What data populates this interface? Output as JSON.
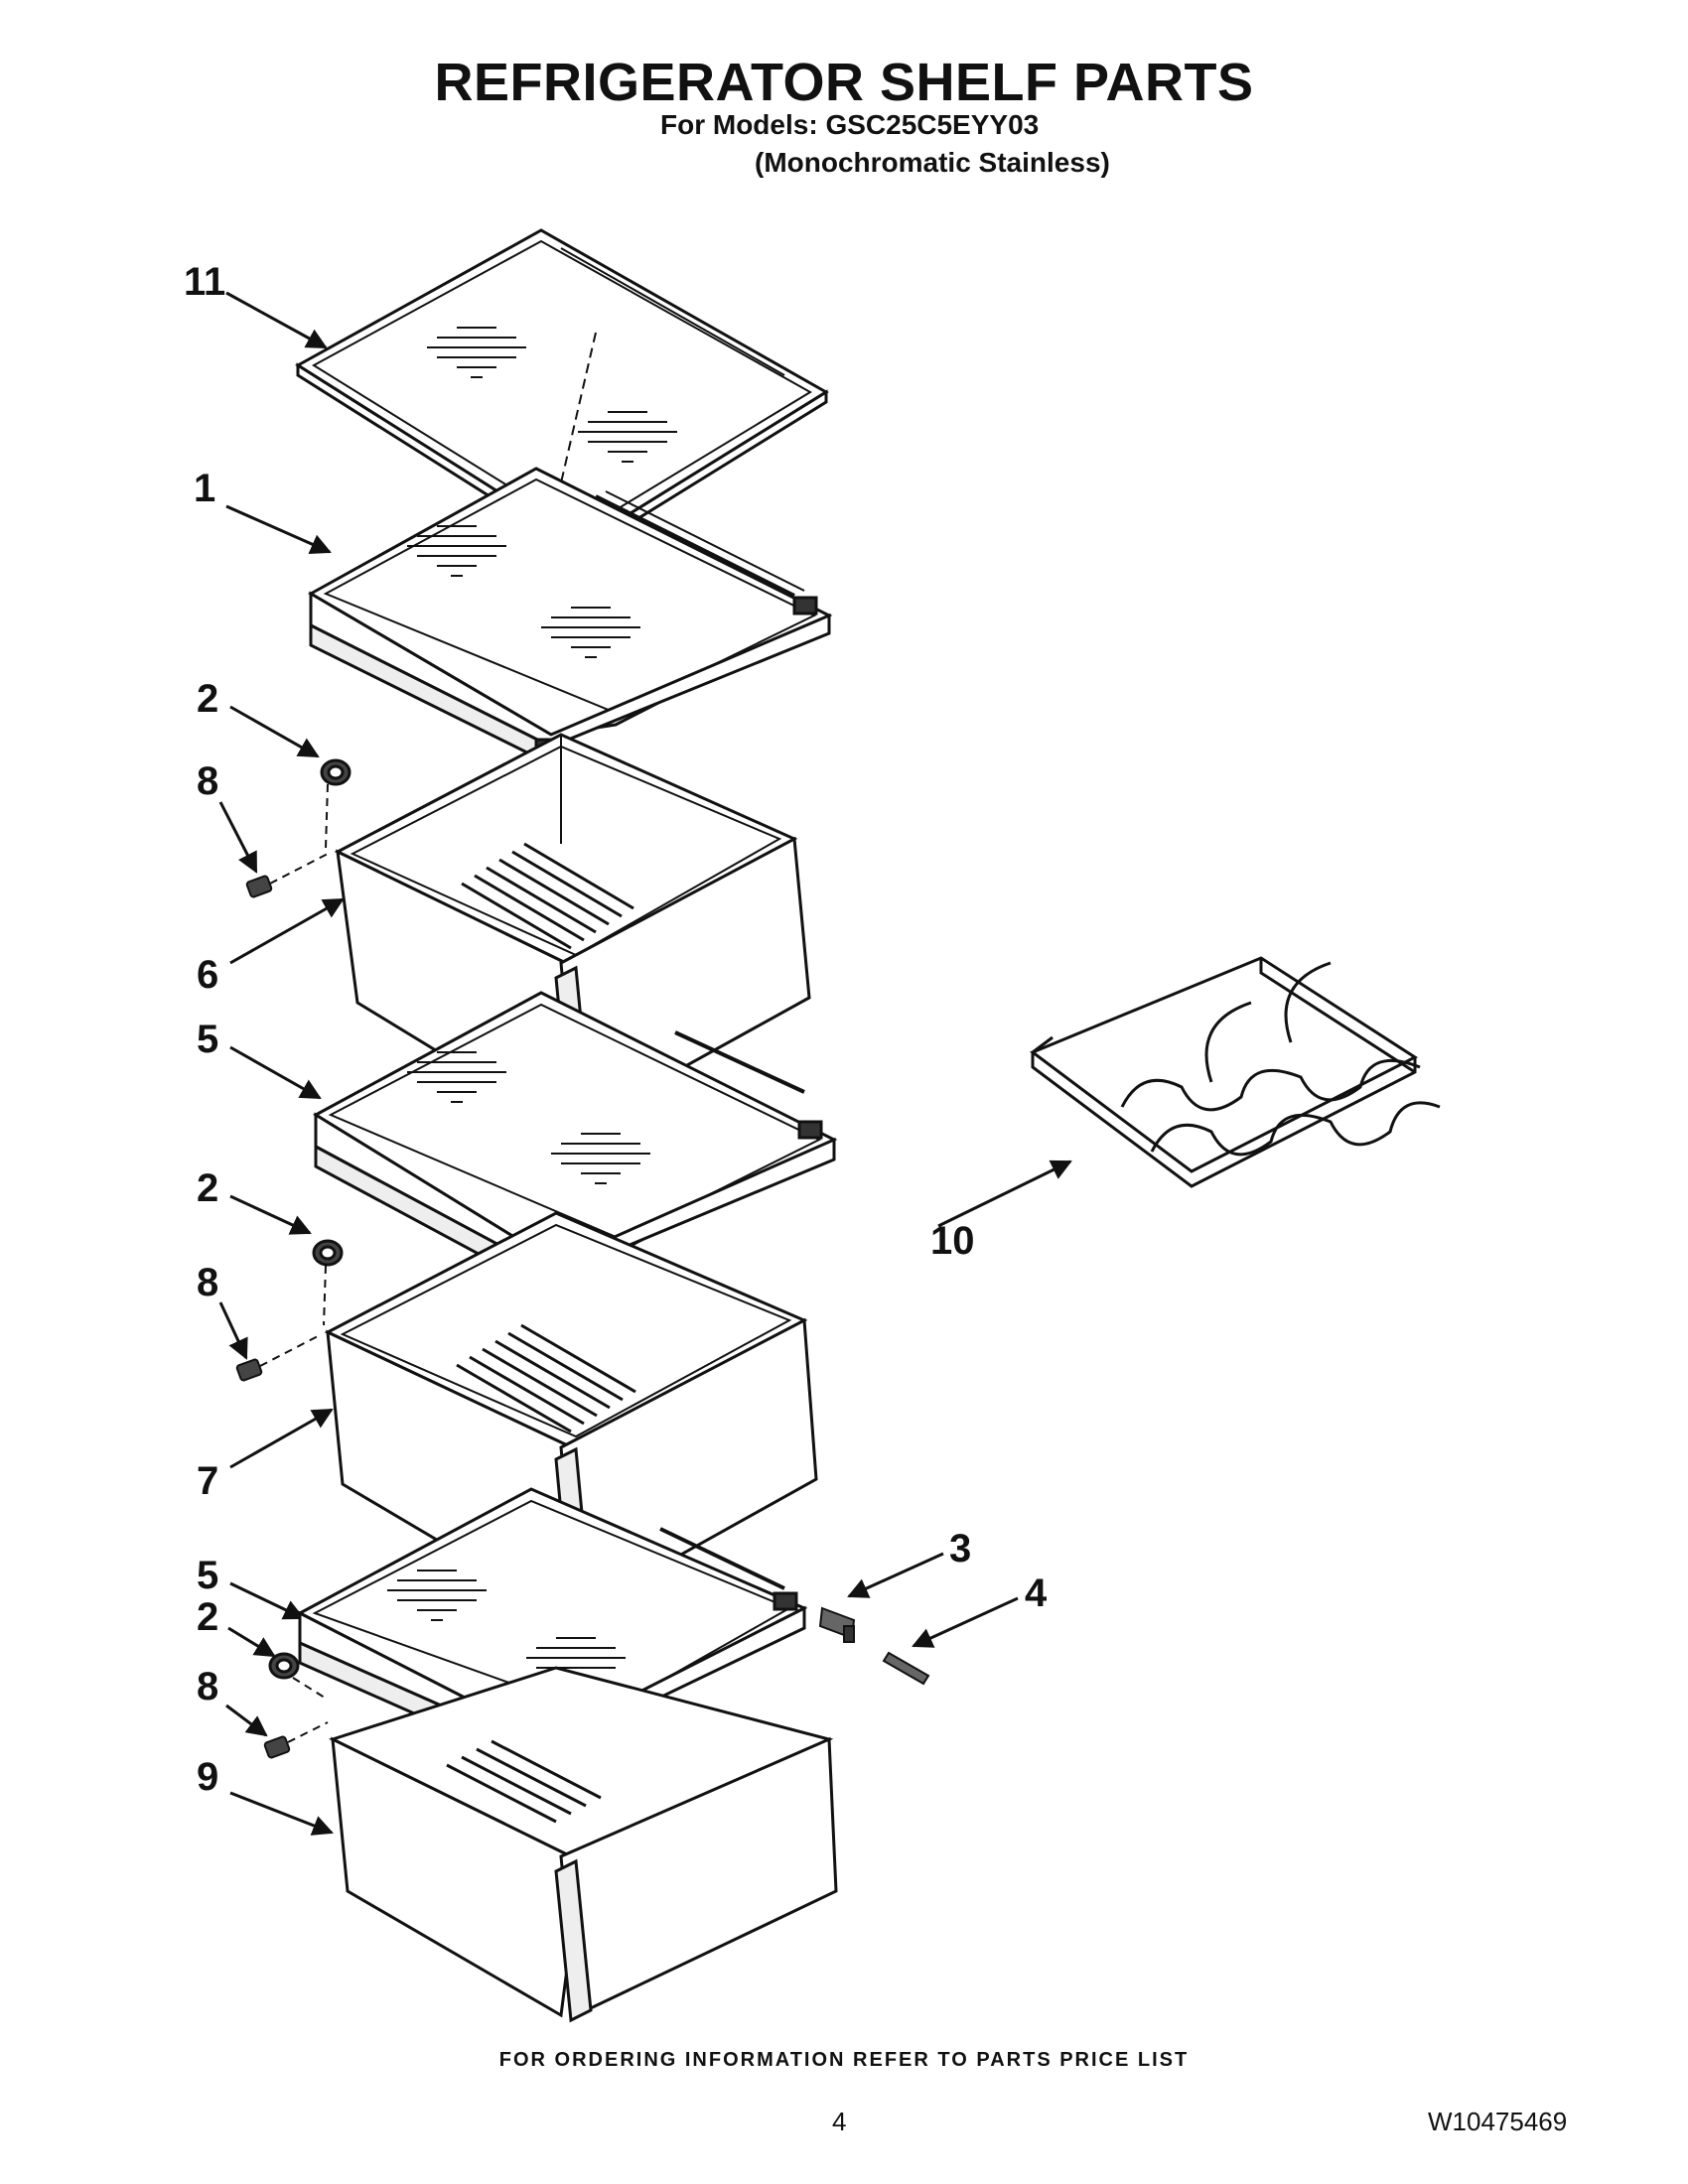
{
  "header": {
    "title": "REFRIGERATOR SHELF PARTS",
    "models_line": "For Models: GSC25C5EYY03",
    "variant_line": "(Monochromatic Stainless)"
  },
  "callouts": [
    "11",
    "1",
    "2",
    "8",
    "6",
    "5",
    "2",
    "8",
    "7",
    "5",
    "2",
    "8",
    "9",
    "3",
    "4",
    "10"
  ],
  "footer": {
    "ordering_note": "FOR ORDERING INFORMATION REFER TO PARTS PRICE LIST",
    "page_number": "4",
    "document_number": "W10475469"
  }
}
